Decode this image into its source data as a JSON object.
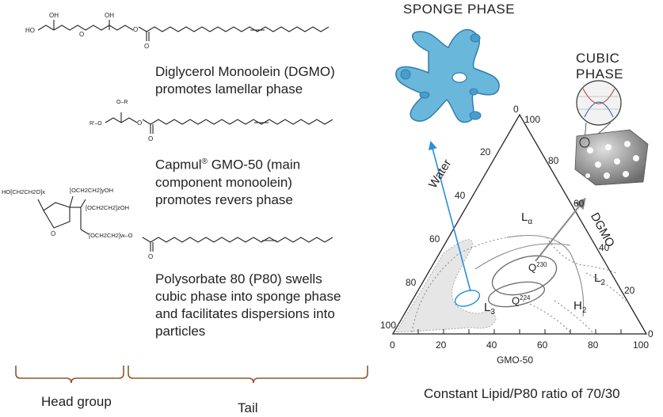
{
  "molecules": {
    "dgmo": {
      "caption_line1": "Diglycerol Monoolein (DGMO)",
      "caption_line2": "promotes lamellar phase",
      "atoms": {
        "ho_end": "HO",
        "oh_1": "OH",
        "oh_2": "OH",
        "o_ether": "O",
        "o_ester": "O",
        "o_carbonyl": "O"
      }
    },
    "capmul": {
      "caption_line1_a": "Capmul",
      "caption_line1_sup": "®",
      "caption_line1_b": " GMO-50 (main",
      "caption_line2": "component monoolein)",
      "caption_line3": "promotes revers phase",
      "atoms": {
        "r_top": "O–R",
        "r_left": "R′–O",
        "o_ester": "O",
        "o_carbonyl": "O"
      }
    },
    "p80": {
      "caption_line1": "Polysorbate 80 (P80) swells",
      "caption_line2": "cubic phase into sponge phase",
      "caption_line3": "and facilitates dispersions into",
      "caption_line4": "particles",
      "atoms": {
        "peg_1": "HO[CH2CH2O]x",
        "peg_2": "[OCH2CH2]yOH",
        "peg_3": "[OCH2CH2]zOH",
        "peg_4": "[OCH2CH2]w–O",
        "ring_o": "O",
        "o_carbonyl": "O"
      }
    }
  },
  "brackets": {
    "head": "Head group",
    "tail": "Tail"
  },
  "phases": {
    "sponge": "SPONGE  PHASE",
    "cubic": "CUBIC PHASE"
  },
  "ternary": {
    "axis_left": "Water",
    "axis_right": "DGMO",
    "axis_bottom": "GMO-50",
    "left_ticks": [
      "100",
      "80",
      "60",
      "40",
      "20",
      "0"
    ],
    "right_ticks": [
      "0",
      "20",
      "40",
      "60",
      "80",
      "100"
    ],
    "bottom_ticks": [
      "0",
      "20",
      "40",
      "60",
      "80",
      "100"
    ],
    "regions": {
      "la_main": "L",
      "la_sub": "α",
      "q230_main": "Q",
      "q230_sup": "230",
      "q224_main": "Q",
      "q224_sup": "224",
      "l2_main": "L",
      "l2_sub": "2",
      "h2_main": "H",
      "h2_sub": "2",
      "l3_main": "L",
      "l3_sub": "3"
    },
    "caption": "Constant Lipid/P80 ratio of 70/30"
  },
  "colors": {
    "bracket": "#8b5a2b",
    "sponge_fill": "#6ab7dc",
    "blue_arrow": "#2b8fdb",
    "gray_arrow": "#888888",
    "shade": "#e6e6e6"
  }
}
